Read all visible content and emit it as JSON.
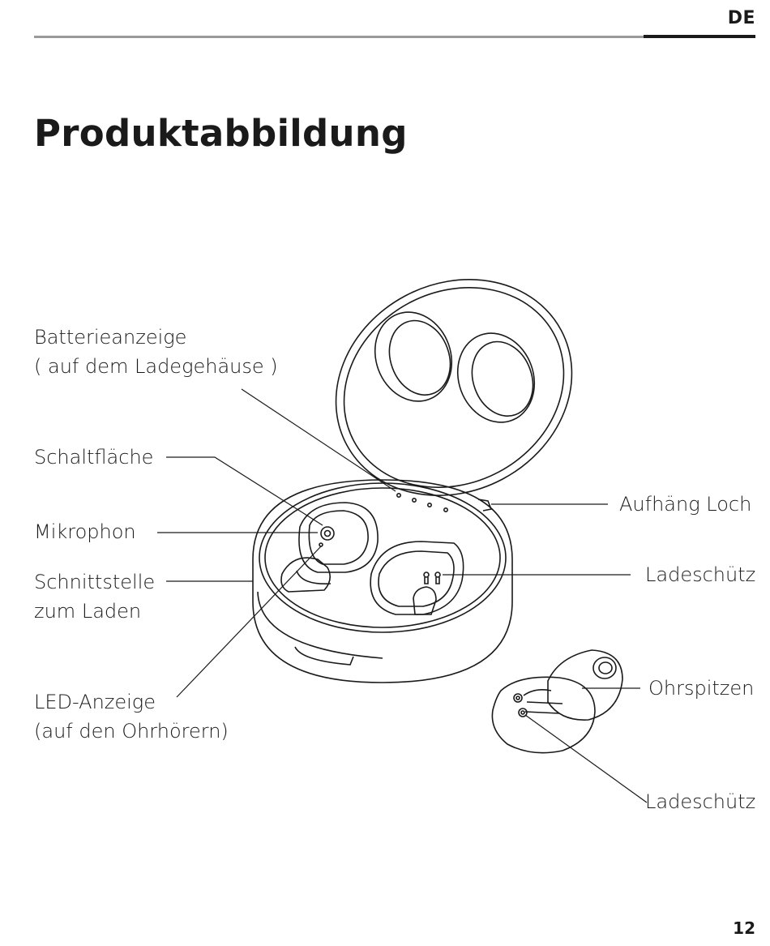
{
  "header": {
    "language": "DE"
  },
  "title": "Produktabbildung",
  "labels": {
    "battery": [
      "Batterieanzeige",
      "( auf dem Ladegehäuse )"
    ],
    "button": "Schaltfläche",
    "microphone": "Mikrophon",
    "interface": [
      "Schnittstelle",
      "zum Laden"
    ],
    "led": [
      "LED-Anzeige",
      "(auf den Ohrhörern)"
    ],
    "hang_hole": "Aufhäng Loch",
    "charge_contact_case": "Ladeschütz",
    "ear_tips": "Ohrspitzen",
    "charge_contact_bud": "Ladeschütz"
  },
  "page_number": "12"
}
